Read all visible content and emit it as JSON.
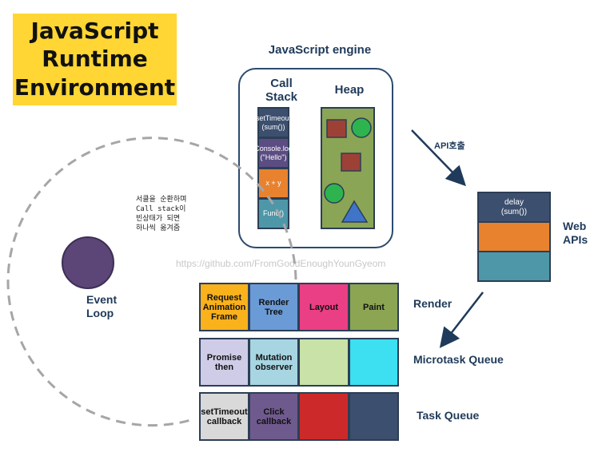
{
  "title": {
    "line1": "JavaScript",
    "line2": "Runtime",
    "line3": "Environment"
  },
  "engine": {
    "title": "JavaScript engine",
    "call_stack_title": "Call\nStack",
    "heap_title": "Heap",
    "call_stack": [
      {
        "label": "setTimeout\n(sum())",
        "color": "#3c4f6e"
      },
      {
        "label": "Console.log\n(\"Hello\")",
        "color": "#5b4d82"
      },
      {
        "label": "x + y",
        "color": "#e8822e"
      },
      {
        "label": "Func()",
        "color": "#4e97a8"
      }
    ],
    "heap_color": "#8aa556"
  },
  "api_call_label": "API호출",
  "web_apis": {
    "title": "Web\nAPIs",
    "cells": [
      {
        "label": "delay\n(sum())",
        "color": "#3c4f6e"
      },
      {
        "label": "",
        "color": "#e8822e"
      },
      {
        "label": "",
        "color": "#4e97a8"
      }
    ]
  },
  "event_loop": {
    "label": "Event\nLoop",
    "color": "#5b4677",
    "note": "서클을 순환하며\nCall stack이\n빈상태가 되면\n하나씩 옮겨줌"
  },
  "watermark": "https://github.com/FromGoodEnoughYounGyeom",
  "queues": [
    {
      "name": "Render",
      "cells": [
        {
          "label": "Request\nAnimation\nFrame",
          "color": "#f9b11c"
        },
        {
          "label": "Render\nTree",
          "color": "#6b9bd6"
        },
        {
          "label": "Layout",
          "color": "#ea3f84"
        },
        {
          "label": "Paint",
          "color": "#8ba553"
        }
      ]
    },
    {
      "name": "Microtask Queue",
      "cells": [
        {
          "label": "Promise\nthen",
          "color": "#cfcce8"
        },
        {
          "label": "Mutation\nobserver",
          "color": "#a7d5e2"
        },
        {
          "label": "",
          "color": "#c8e2a8"
        },
        {
          "label": "",
          "color": "#3ce0f0"
        }
      ]
    },
    {
      "name": "Task Queue",
      "cells": [
        {
          "label": "setTimeout\ncallback",
          "color": "#d9d9d9"
        },
        {
          "label": "Click\ncallback",
          "color": "#6f5a8e"
        },
        {
          "label": "",
          "color": "#cc2a2a"
        },
        {
          "label": "",
          "color": "#3c4f6e"
        }
      ]
    }
  ]
}
